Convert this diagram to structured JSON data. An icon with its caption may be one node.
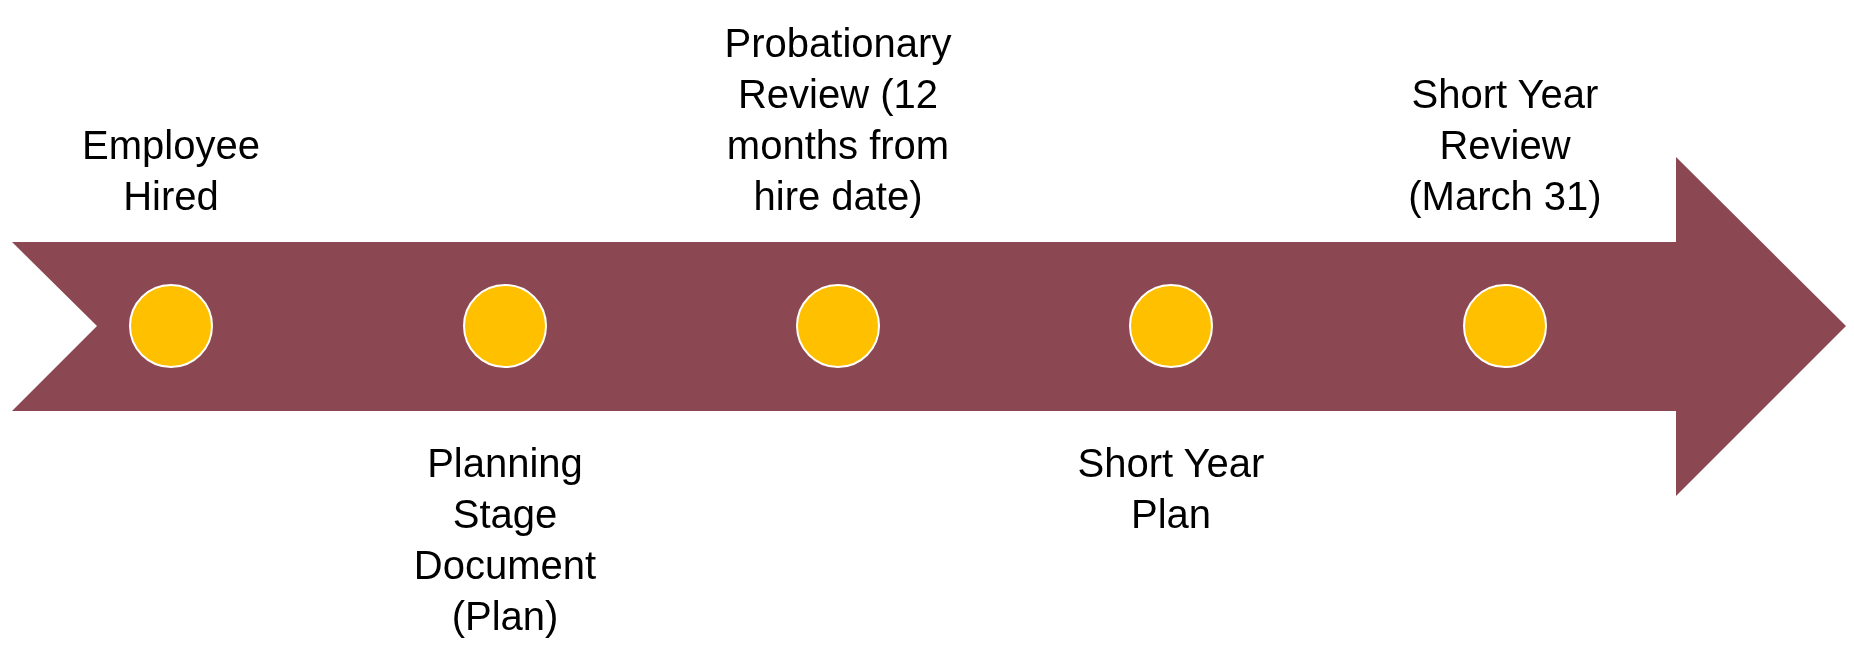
{
  "diagram": {
    "nodes": [
      {
        "text": [],
        "shape": "circle",
        "beside": [
          "Employee Hired"
        ]
      },
      {
        "text": [],
        "shape": "circle",
        "beside": [
          "Planning Stage Document (Plan)"
        ]
      },
      {
        "text": [],
        "shape": "circle",
        "beside": [
          "Probationary Review (12 months from hire date)"
        ]
      },
      {
        "text": [],
        "shape": "circle",
        "beside": [
          "Short Year Plan"
        ]
      },
      {
        "text": [],
        "shape": "circle",
        "beside": [
          "Short Year Review (March 31)"
        ]
      }
    ]
  }
}
